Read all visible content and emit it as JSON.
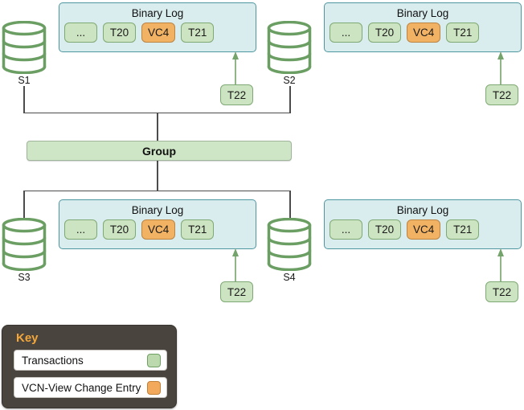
{
  "diagram": {
    "servers": [
      {
        "label": "S1"
      },
      {
        "label": "S2"
      },
      {
        "label": "S3"
      },
      {
        "label": "S4"
      }
    ],
    "binary_log": {
      "title": "Binary Log",
      "entries": [
        {
          "label": "...",
          "type": "transaction"
        },
        {
          "label": "T20",
          "type": "transaction"
        },
        {
          "label": "VC4",
          "type": "view_change"
        },
        {
          "label": "T21",
          "type": "transaction"
        }
      ],
      "incoming_transaction": "T22"
    },
    "group_label": "Group"
  },
  "key": {
    "title": "Key",
    "items": [
      {
        "label": "Transactions",
        "swatch_color": "#cde4c2"
      },
      {
        "label": "VCN-View Change Entry",
        "swatch_color": "#f2b264"
      }
    ]
  },
  "colors": {
    "binary_log_fill": "#d9ecee",
    "binary_log_border": "#4f97a0",
    "transaction_fill": "#cde4c2",
    "transaction_border": "#7fa974",
    "view_change_fill": "#f2b264",
    "view_change_border": "#bb8443",
    "group_fill": "#cfe6c6",
    "connector_line": "#4c4c4c",
    "arrow": "#74a36b",
    "database_icon": "#6b9e63",
    "key_background": "#4a443e",
    "key_title": "#f3a73a"
  }
}
